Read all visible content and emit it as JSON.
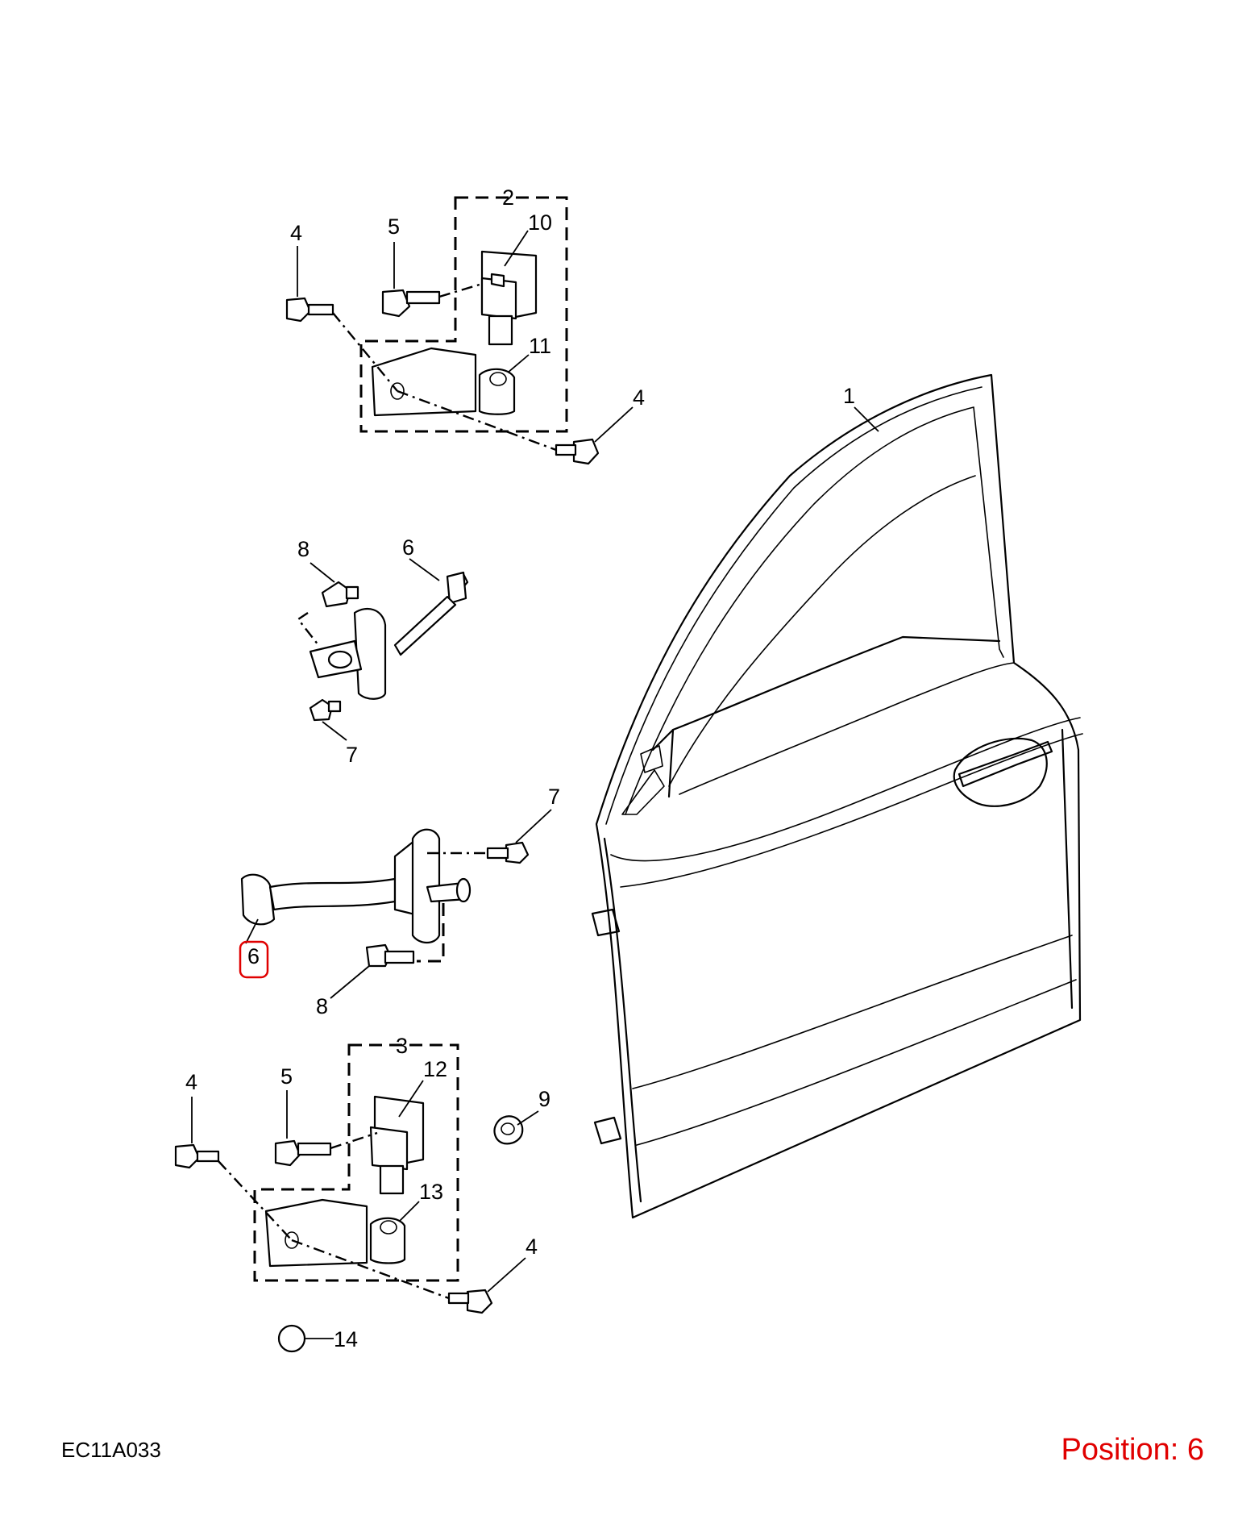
{
  "diagram": {
    "drawing_code": "EC11A033",
    "position_label": "Position: 6",
    "highlight_color": "#e00000",
    "callouts": {
      "door": "1",
      "upper_hinge_set": "2",
      "lower_hinge_set": "3",
      "bolt_upper_left": "4",
      "bolt_upper_right": "4",
      "bolt_lower_left": "4",
      "bolt_lower_right": "4",
      "pin_bolt_upper": "5",
      "pin_bolt_lower": "5",
      "check_strap_upper": "6",
      "check_strap_lower": "6",
      "screw_upper": "7",
      "screw_lower": "7",
      "bolt_check_upper": "8",
      "bolt_check_lower": "8",
      "nut": "9",
      "hinge_upper_door": "10",
      "hinge_upper_body": "11",
      "hinge_lower_door": "12",
      "hinge_lower_body": "13",
      "plug": "14"
    }
  }
}
